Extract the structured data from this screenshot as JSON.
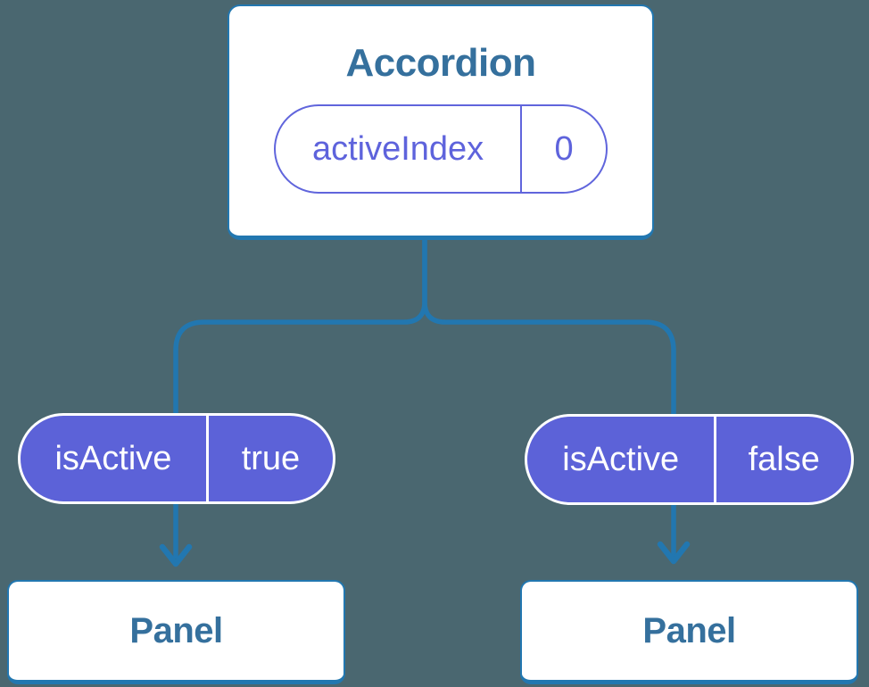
{
  "diagram": {
    "description": "Component tree diagram: Accordion parent holding state, passing props to two Panel children",
    "root": {
      "title": "Accordion",
      "state_pill": {
        "label": "activeIndex",
        "value": "0"
      }
    },
    "branches": [
      {
        "prop_pill": {
          "label": "isActive",
          "value": "true"
        },
        "panel": {
          "title": "Panel"
        }
      },
      {
        "prop_pill": {
          "label": "isActive",
          "value": "false"
        },
        "panel": {
          "title": "Panel"
        }
      }
    ],
    "colors": {
      "background": "#4A6770",
      "connector_blue": "#2277B0",
      "card_border_blue": "#2277B0",
      "heading_text_blue": "#35709D",
      "state_pill_border_purple": "#6065DC",
      "state_pill_text_purple": "#5E63DC",
      "prop_pill_fill_purple": "#5C62D8",
      "prop_pill_text": "#FFFFFF",
      "card_background": "#FFFFFF"
    }
  }
}
